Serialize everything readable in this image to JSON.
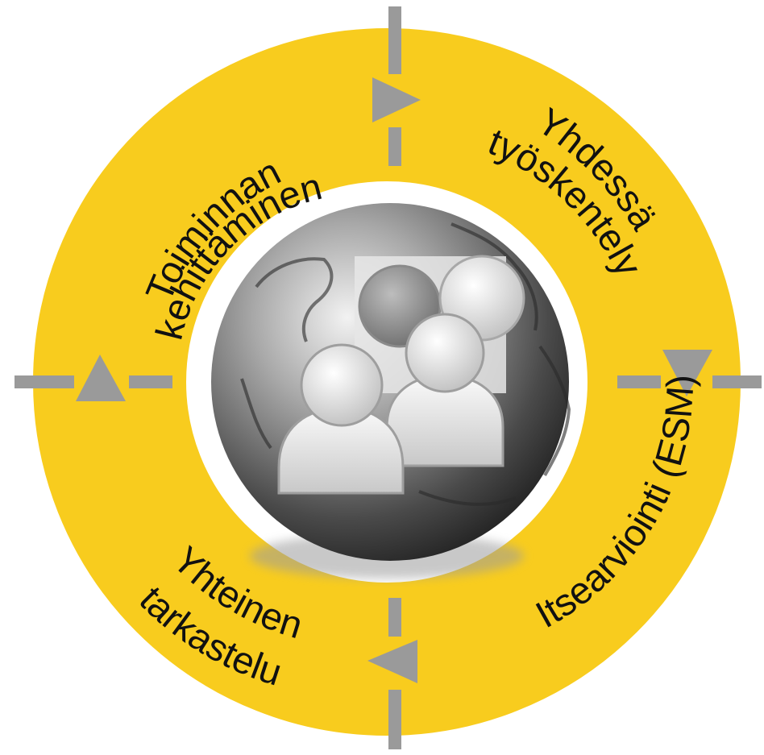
{
  "diagram": {
    "segments": [
      {
        "id": "top-left",
        "lines": [
          "Toiminnan",
          "kehittäminen"
        ]
      },
      {
        "id": "top-right",
        "lines": [
          "Yhdessä",
          "työskentely"
        ]
      },
      {
        "id": "bottom-right",
        "lines": [
          "Itsearviointi (ESM)"
        ]
      },
      {
        "id": "bottom-left",
        "lines": [
          "Yhteinen",
          "tarkastelu"
        ]
      }
    ],
    "center_image": "globe-with-people-icon",
    "arrow_icons": [
      "arrow-right-icon",
      "arrow-down-icon",
      "arrow-left-icon",
      "arrow-up-icon"
    ],
    "colors": {
      "ring": "#F8CC1E",
      "ring_edge": "#E4B70F",
      "connector": "#9A9A9A",
      "text": "#111111",
      "globe_dark": "#3A3A3A",
      "globe_light": "#D9D9D9",
      "background": "#FFFFFF"
    }
  }
}
